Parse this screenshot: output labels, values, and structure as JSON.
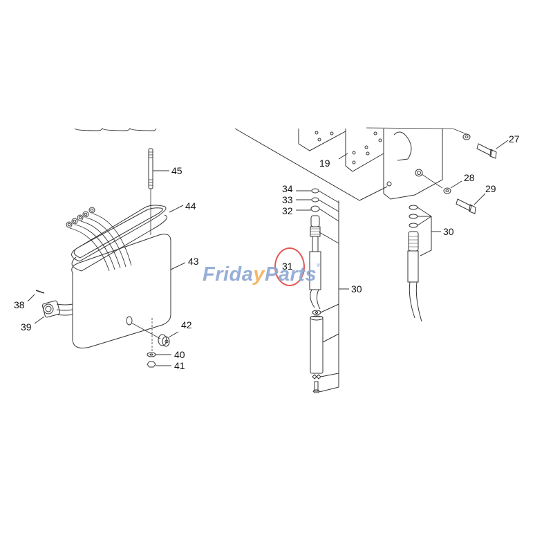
{
  "diagram": {
    "type": "exploded parts diagram",
    "watermark": {
      "part1": "Frida",
      "part2": "y",
      "part3": "Parts",
      "reg": "®",
      "colors": {
        "text": "#8fa9d4",
        "accent": "#f2b45e"
      }
    },
    "highlight": {
      "label": "31",
      "color": "#e0443f"
    },
    "callouts": [
      {
        "id": "c45",
        "label": "45"
      },
      {
        "id": "c44",
        "label": "44"
      },
      {
        "id": "c43",
        "label": "43"
      },
      {
        "id": "c42",
        "label": "42"
      },
      {
        "id": "c41",
        "label": "41"
      },
      {
        "id": "c40",
        "label": "40"
      },
      {
        "id": "c39",
        "label": "39"
      },
      {
        "id": "c38",
        "label": "38"
      },
      {
        "id": "c34",
        "label": "34"
      },
      {
        "id": "c33",
        "label": "33"
      },
      {
        "id": "c32",
        "label": "32"
      },
      {
        "id": "c31",
        "label": "31"
      },
      {
        "id": "c30a",
        "label": "30"
      },
      {
        "id": "c30b",
        "label": "30"
      },
      {
        "id": "c29",
        "label": "29"
      },
      {
        "id": "c28",
        "label": "28"
      },
      {
        "id": "c27",
        "label": "27"
      },
      {
        "id": "c19",
        "label": "19"
      }
    ]
  }
}
